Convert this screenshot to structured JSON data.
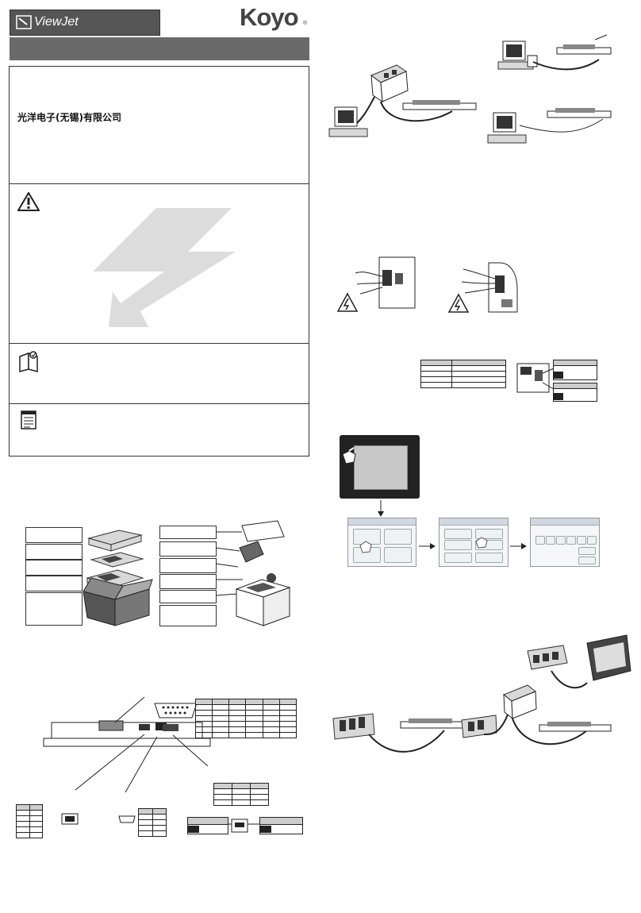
{
  "header": {
    "product_logo": "ViewJet",
    "brand_logo": "Koyo"
  },
  "company": {
    "name": "光洋电子(无锡)有限公司"
  },
  "icons": {
    "warning": "warning-triangle-icon",
    "note": "book-note-icon",
    "memo": "memo-icon",
    "shock": "electric-shock-icon"
  },
  "colors": {
    "banner_bg": "#555555",
    "banner_gray": "#6a6a6a",
    "lightning_gray": "#dcdcdc"
  }
}
